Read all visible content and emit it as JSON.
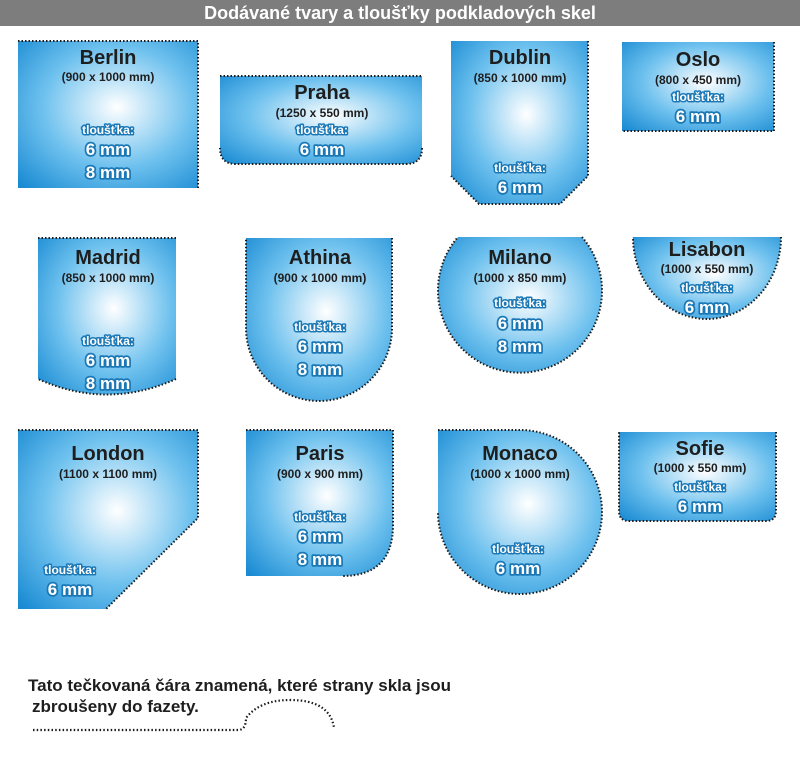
{
  "header": {
    "title": "Dodávané tvary a tloušťky podkladových skel"
  },
  "thickness_label": "tloušťka:",
  "shapes": {
    "berlin": {
      "name": "Berlin",
      "dims": "(900 x 1000 mm)",
      "thicknesses": [
        "6 mm",
        "8 mm"
      ]
    },
    "praha": {
      "name": "Praha",
      "dims": "(1250 x 550 mm)",
      "thicknesses": [
        "6 mm"
      ]
    },
    "dublin": {
      "name": "Dublin",
      "dims": "(850 x 1000 mm)",
      "thicknesses": [
        "6 mm"
      ]
    },
    "oslo": {
      "name": "Oslo",
      "dims": "(800 x 450 mm)",
      "thicknesses": [
        "6 mm"
      ]
    },
    "madrid": {
      "name": "Madrid",
      "dims": "(850 x 1000 mm)",
      "thicknesses": [
        "6 mm",
        "8 mm"
      ]
    },
    "athina": {
      "name": "Athina",
      "dims": "(900 x 1000 mm)",
      "thicknesses": [
        "6 mm",
        "8 mm"
      ]
    },
    "milano": {
      "name": "Milano",
      "dims": "(1000 x 850 mm)",
      "thicknesses": [
        "6 mm",
        "8 mm"
      ]
    },
    "lisabon": {
      "name": "Lisabon",
      "dims": "(1000 x 550 mm)",
      "thicknesses": [
        "6 mm"
      ]
    },
    "london": {
      "name": "London",
      "dims": "(1100 x 1100 mm)",
      "thicknesses": [
        "6 mm"
      ]
    },
    "paris": {
      "name": "Paris",
      "dims": "(900 x 900 mm)",
      "thicknesses": [
        "6 mm",
        "8 mm"
      ]
    },
    "monaco": {
      "name": "Monaco",
      "dims": "(1000 x 1000 mm)",
      "thicknesses": [
        "6 mm"
      ]
    },
    "sofie": {
      "name": "Sofie",
      "dims": "(1000 x 550 mm)",
      "thicknesses": [
        "6 mm"
      ]
    }
  },
  "legend": {
    "line1": "Tato tečkovaná čára znamená, které strany skla jsou",
    "line2": "zbroušeny do fazety."
  },
  "colors": {
    "glass_center": "#ffffff",
    "glass_edge": "#1b8fd6",
    "dotted_edge": "#1a1a1a",
    "header_bg": "#7d7d7d"
  }
}
